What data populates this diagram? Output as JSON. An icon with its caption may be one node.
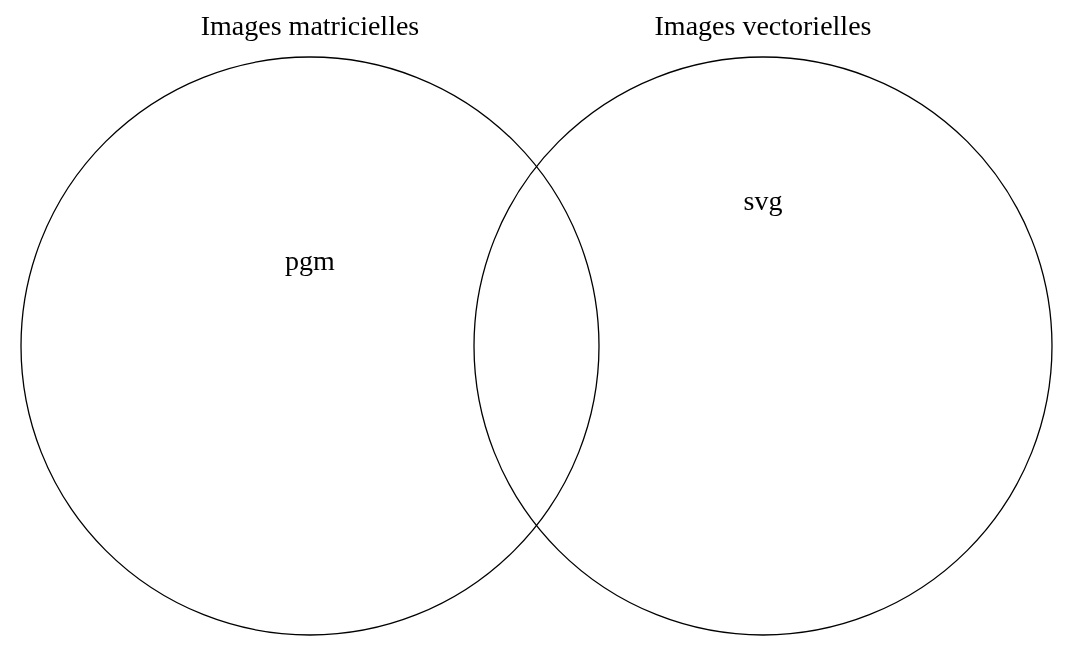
{
  "diagram": {
    "nodes": [
      {
        "text": [
          "Images matricielles",
          "pgm"
        ]
      },
      {
        "text": [
          "Images vectorielles",
          "svg"
        ]
      }
    ]
  }
}
